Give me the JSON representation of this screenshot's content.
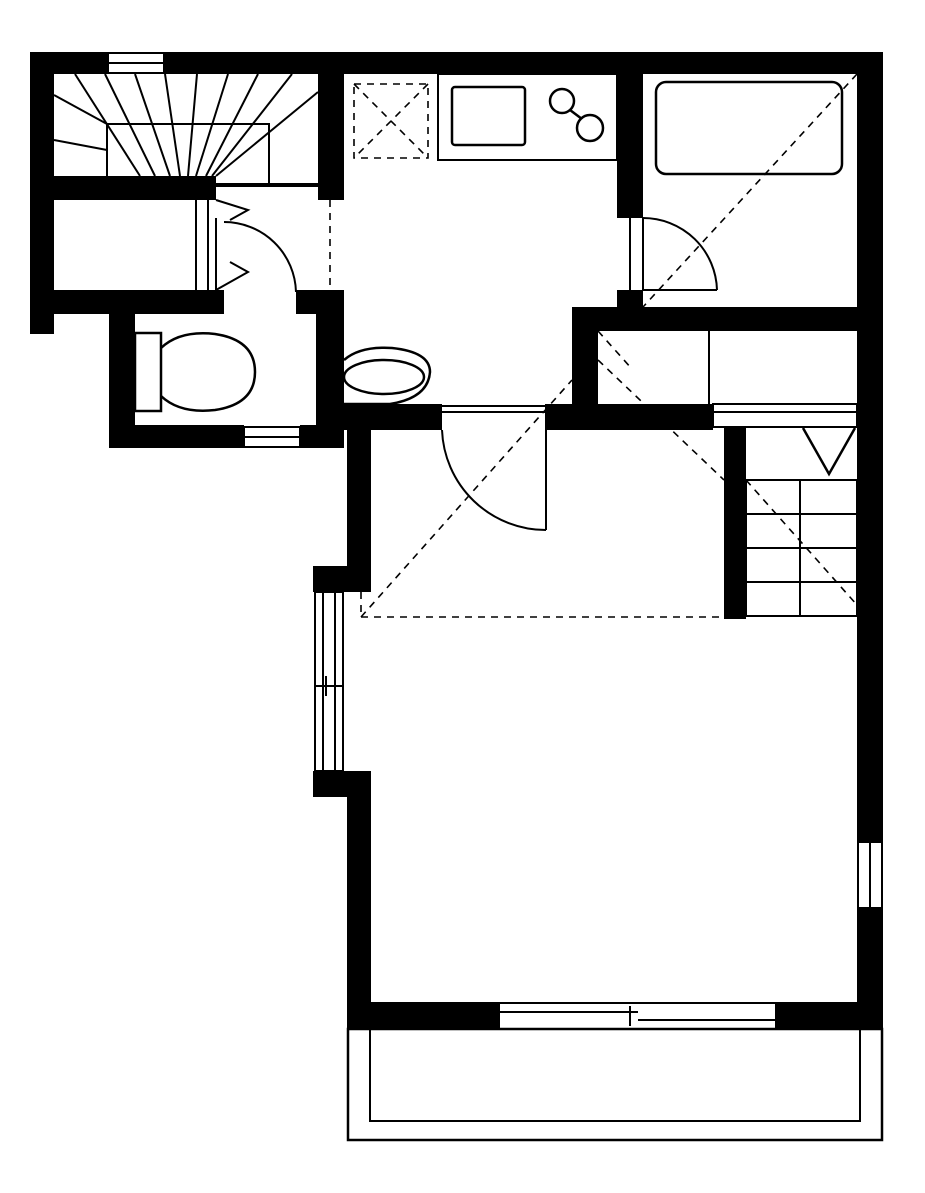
{
  "plan": {
    "type": "apartment-floor-plan",
    "line_color": "#000000",
    "background_color": "#ffffff",
    "labels": [],
    "rooms": [
      "staircase",
      "storage",
      "kitchen",
      "bathroom",
      "toilet",
      "closet",
      "living-room",
      "balcony"
    ],
    "fixtures": [
      "spiral-stairs",
      "straight-stairs",
      "sink",
      "stove",
      "bathtub",
      "toilet-bowl",
      "washbasin",
      "appliance"
    ]
  }
}
